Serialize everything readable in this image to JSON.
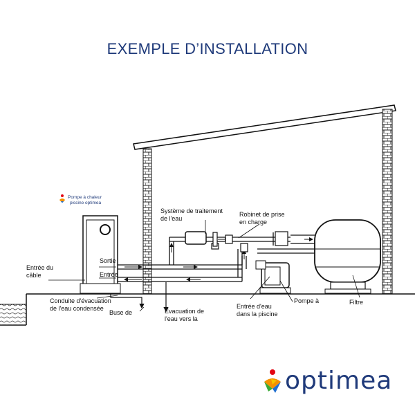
{
  "title": "EXEMPLE D’INSTALLATION",
  "labels": {
    "heat_pump_tag_1": "Pompe à chaleur",
    "heat_pump_tag_2": "piscine optimea",
    "cable_inlet_1": "Entrée du",
    "cable_inlet_2": "câble",
    "outlet": "Sortie",
    "inlet": "Entrée",
    "condensate_1": "Conduite d'évacuation",
    "condensate_2": "de l'eau condensée",
    "nozzle": "Buse de",
    "treatment_1": "Système de traitement",
    "treatment_2": "de l'eau",
    "tap_1": "Robinet de  prise",
    "tap_2": "en charge",
    "drain_1": "Évacuation de",
    "drain_2": "l'eau vers la",
    "water_inlet_1": "Entrée d'eau",
    "water_inlet_2": "dans la piscine",
    "pump": "Pompe à",
    "filter": "Filtre"
  },
  "brand": {
    "name": "optimea",
    "colors": {
      "text": "#1f3a7a",
      "orange": "#f39200",
      "yellow": "#f5c400",
      "green": "#3aaa35",
      "blue": "#1f6fd0",
      "red": "#e30613"
    }
  },
  "icons": [
    "brand-logo-icon",
    "heat-pump-unit-icon",
    "sand-filter-icon",
    "pool-pump-icon",
    "brick-wall-icon",
    "flow-arrow-icon"
  ]
}
